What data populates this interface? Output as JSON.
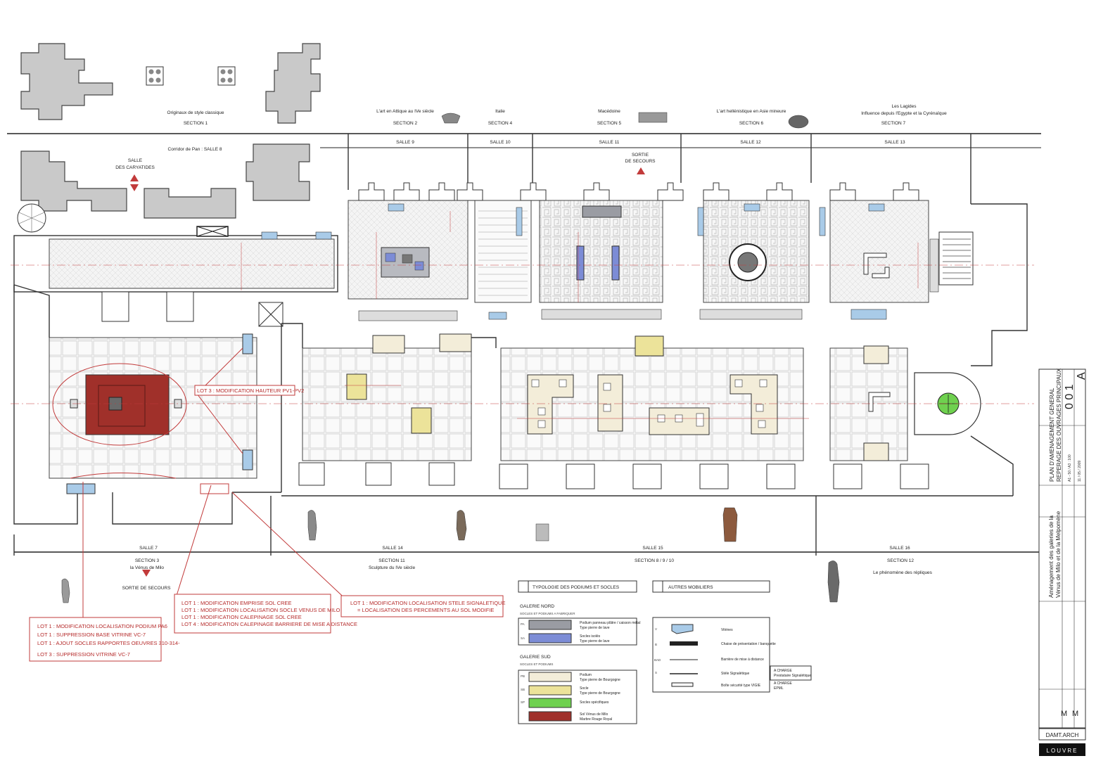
{
  "sections": [
    {
      "label": "Originaux de style classique"
    },
    {
      "label": "SECTION 1"
    },
    {
      "label": "L'art en Attique au IVe siècle"
    },
    {
      "label": "SECTION 2"
    },
    {
      "label": "Italie"
    },
    {
      "label": "SECTION 4"
    },
    {
      "label": "Macédoine"
    },
    {
      "label": "SECTION 5"
    },
    {
      "label": "L'art hellénistique en Asie mineure"
    },
    {
      "label": "SECTION 6"
    },
    {
      "label": "Les Lagides"
    },
    {
      "label": "Influence depuis l'Egypte et la Cyrénaïque"
    },
    {
      "label": "SECTION 7"
    }
  ],
  "top_salles": [
    "Corridor de Pan : SALLE 8",
    "SALLE 9",
    "SALLE 10",
    "SALLE 11",
    "SALLE 12",
    "SALLE 13"
  ],
  "bottom_salles": [
    "SALLE 7",
    "SALLE 14",
    "SALLE 15",
    "SALLE 16"
  ],
  "bottom_sections": [
    {
      "label": "SECTION 3"
    },
    {
      "label": "la Vénus de Milo"
    },
    {
      "label": "SECTION 11"
    },
    {
      "label": "Sculpture du IVe siècle"
    },
    {
      "label": "SECTION 8 / 9 / 10"
    },
    {
      "label": "SECTION 12"
    },
    {
      "label": "Le phénomène des répliques"
    }
  ],
  "exits": {
    "caryatides_1": "SALLE",
    "caryatides_2": "DES CARYATIDES",
    "secours_top_1": "SORTIE",
    "secours_top_2": "DE SECOURS",
    "secours_bottom": "SORTIE DE SECOURS"
  },
  "notes": {
    "lot3_hauteur": "LOT 3 : MODIFICATION HAUTEUR PV1-PV2",
    "group_a": [
      "LOT 1 : MODIFICATION EMPRISE SOL CREE",
      "LOT 1 : MODIFICATION LOCALISATION SOCLE VENUS DE MILO",
      "LOT 1 : MODIFICATION CALEPINAGE SOL CREE",
      "LOT 4 : MODIFICATION CALEPINAGE BARRIERE DE MISE A DISTANCE"
    ],
    "group_b": [
      "LOT 1 : MODIFICATION LOCALISATION STELE SIGNALETIQUE",
      "= LOCALISATION DES PERCEMENTS AU SOL MODIFIE"
    ],
    "group_c": [
      "LOT 1 : MODIFICATION LOCALISATION PODIUM PA6",
      "LOT 1 : SUPPRESSION BASE VITRINE VC-7",
      "LOT 1 : AJOUT SOCLES RAPPORTES OEUVRES 310-314-",
      "LOT 3 : SUPPRESSION  VITRINE VC-7"
    ]
  },
  "legend": {
    "typologie_title": "TYPOLOGIE DES PODIUMS ET SOCLES",
    "autres_title": "AUTRES MOBILIERS",
    "galerie_nord": "GALERIE NORD",
    "nord_sub": "SOCLES ET PODIUMS A FABRIQUER",
    "galerie_sud": "GALERIE SUD",
    "sud_sub": "SOCLES ET PODIUMS",
    "nord_items": [
      {
        "code": "PA",
        "text1": "Podium panneau plâtre / caisson métal",
        "text2": "Type pierre de lave",
        "color": "#9a9ca3"
      },
      {
        "code": "SA",
        "text1": "Socles isolés",
        "text2": "Type pierre de lave",
        "color": "#7c8cd6"
      }
    ],
    "sud_items": [
      {
        "code": "PB",
        "text1": "Podium",
        "text2": "Type pierre de Bourgogne",
        "color": "#f3edd9"
      },
      {
        "code": "SB",
        "text1": "Socle",
        "text2": "Type pierre de Bourgogne",
        "color": "#ece39a"
      },
      {
        "code": "SP",
        "text1": "Socles spécifiques",
        "text2": "",
        "color": "#6fd14f"
      },
      {
        "code": "",
        "text1": "Sol Vénus de Milo",
        "text2": "Marbre Rouge Royal",
        "color": "#a0302a"
      }
    ],
    "autres_items": [
      {
        "code": "V",
        "text": "Vitrines"
      },
      {
        "code": "B",
        "text": "Chaise de présentation / banquette"
      },
      {
        "code": "BAD",
        "text": "Barrière de mise à distance"
      },
      {
        "code": "S",
        "text": "Stèle Signalétique"
      },
      {
        "code": "",
        "text": "Boîte sécurité type VIGIE"
      }
    ],
    "a_charge_1a": "A CHARGE",
    "a_charge_1b": "Prestataire Signalétique",
    "a_charge_2a": "A CHARGE",
    "a_charge_2b": "EPML"
  },
  "title_block": {
    "vertical_lines": [
      "PLAN D'AMENAGEMENT GENERAL",
      "REPERAGE DES OUVRAGES PRINCIPAUX",
      "Aménagement des galeries de la",
      "Vénus de Milo et de la Melpomène",
      "DAMT.ARCH",
      "0 0 1 A"
    ],
    "doc_codes": [
      "A1 - 50 / A3 : 100",
      "11 / 05 / 2009"
    ],
    "logo_text": "LOUVRE",
    "firm": "DAMT.ARCH",
    "index": "A",
    "number": "0 0 1",
    "phase": "M",
    "phase2": "M"
  },
  "colors": {
    "venus_floor": "#a0302a",
    "venus_socle": "#6a6a6a",
    "socle_yellow": "#ece39a",
    "podium_beige": "#f3edd9",
    "accent_red": "#c23b3b",
    "green_socle": "#6fd14f",
    "vitrine_blue": "#a9cbe8"
  }
}
